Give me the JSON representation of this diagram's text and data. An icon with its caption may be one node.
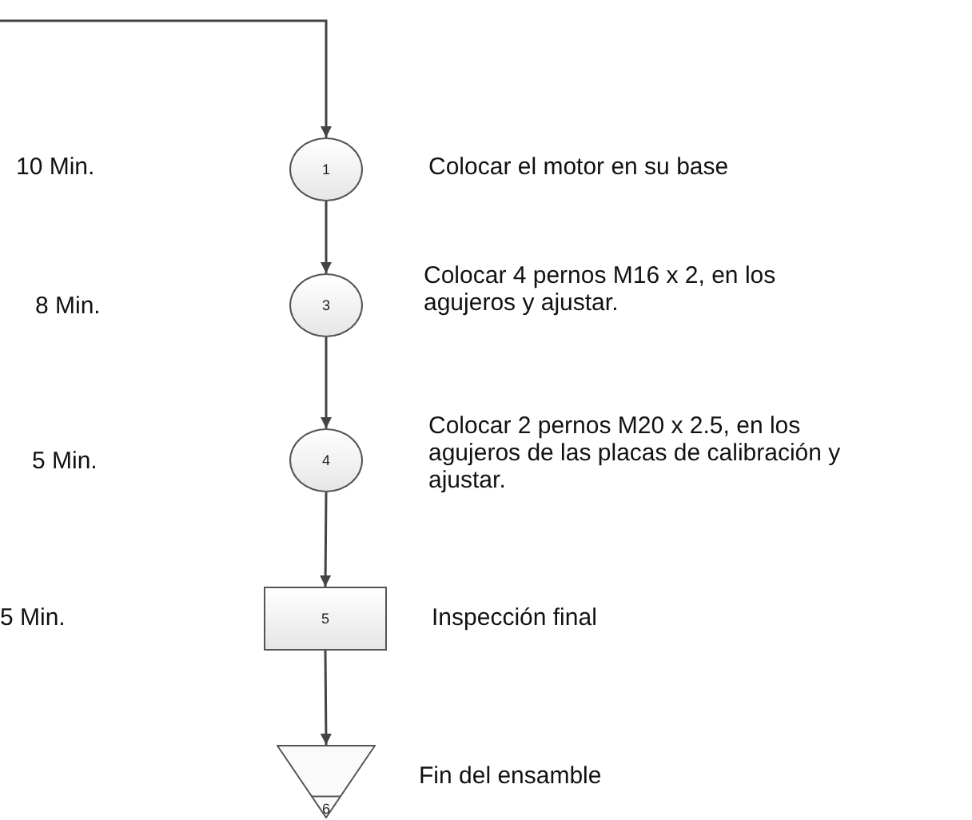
{
  "diagram": {
    "nodes": [
      {
        "text": [
          "1"
        ],
        "beside": [
          "Colocar el motor en su base"
        ]
      },
      {
        "text": [
          "3"
        ],
        "beside": [
          "Colocar 4 pernos M16 x 2, en los agujeros y ajustar."
        ]
      },
      {
        "text": [
          "4"
        ],
        "beside": [
          "Colocar 2 pernos M20 x 2.5, en los agujeros de las placas de calibración y ajustar."
        ]
      },
      {
        "text": [
          "5"
        ],
        "beside": [
          "Inspección final"
        ]
      },
      {
        "text": [
          "6"
        ],
        "beside": [
          "Fin del ensamble"
        ]
      }
    ],
    "edges": [
      {
        "from": null,
        "to": 0,
        "arrow": "to"
      },
      {
        "from": 0,
        "to": 1,
        "arrow": "to"
      },
      {
        "from": 1,
        "to": 2,
        "arrow": "to"
      },
      {
        "from": 2,
        "to": 3,
        "arrow": "to"
      },
      {
        "from": 3,
        "to": 4,
        "arrow": "to"
      }
    ],
    "labels": [
      "10 Min.",
      "8 Min.",
      "5 Min.",
      "5 Min."
    ]
  }
}
